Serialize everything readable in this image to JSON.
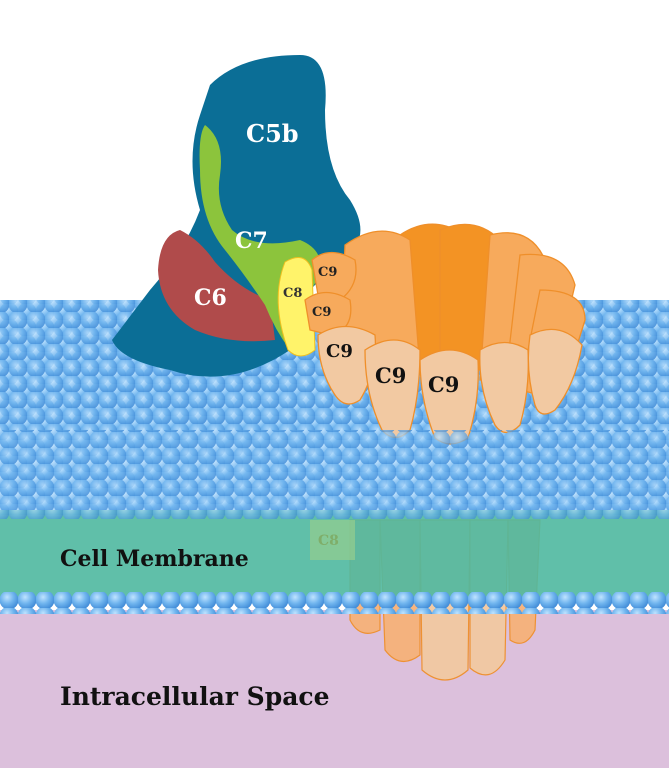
{
  "labels": {
    "c5b": "C5b",
    "c7": "C7",
    "c6": "C6",
    "c8": "C8",
    "c8_inner": "C8",
    "c9": [
      "C9",
      "C9",
      "C9",
      "C9",
      "C9"
    ],
    "cell_membrane": "Cell Membrane",
    "intracellular": "Intracellular Space"
  },
  "colors": {
    "c5b": "#0b6e96",
    "c7": "#8cc43c",
    "c6": "#b04b4b",
    "c8": "#fff36a",
    "c9_dark": "#f39324",
    "c9_mid": "#f7aa5c",
    "c9_light": "#f2c9a2",
    "membrane_sphere": "#5aa8e8",
    "membrane_band": "#4fb8a0",
    "intracellular": "#dcc0dc"
  }
}
